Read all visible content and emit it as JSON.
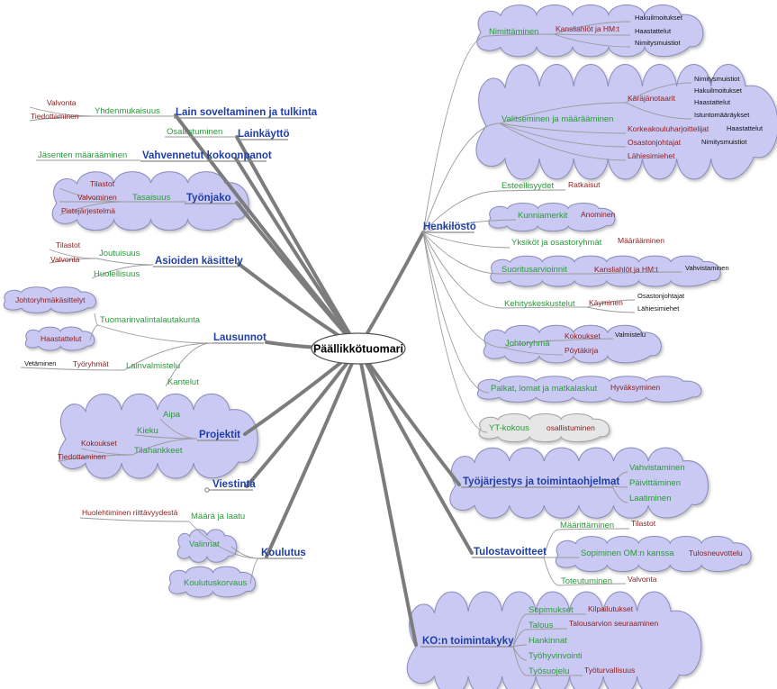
{
  "root": "Päällikkötuomari",
  "colors": {
    "main": "#1f3fa6",
    "sub": "#2b9a3a",
    "leaf": "#8b1d1d",
    "cloud_fill": "#c9c9f3",
    "cloud_stroke": "#8a8ab8",
    "grey_cloud_fill": "#e6e6e6",
    "grey_cloud_stroke": "#a0a0a0"
  },
  "left": {
    "lain": {
      "label": "Lain soveltaminen ja tulkinta",
      "yhd": "Yhdenmukaisuus",
      "valvonta": "Valvonta",
      "tiedottaminen": "Tiedottaminen"
    },
    "lainkaytto": {
      "label": "Lainkäyttö",
      "osallistuminen": "Osallistuminen"
    },
    "vahvennetut": {
      "label": "Vahvennetut kokoonpanot",
      "jasenten": "Jäsenten määrääminen"
    },
    "tyonjako": {
      "label": "Työnjako",
      "tasaisuus": "Tasaisuus",
      "tilastot": "Tilastot",
      "valvominen": "Valvominen",
      "pisteet": "Pistejärjestelmä"
    },
    "asioiden": {
      "label": "Asioiden käsittely",
      "joutuisuus": "Joutuisuus",
      "tilastot": "Tilastot",
      "valvonta": "Valvonta",
      "huolellisuus": "Huolellisuus"
    },
    "lausunnot": {
      "label": "Lausunnot",
      "tuomarinvalinta": "Tuomarinvalintalautakunta",
      "johtoryhma": "Johtoryhmäkäsittelyt",
      "haastattelut": "Haastattelut",
      "lainvalmistelu": "Lainvalmistelu",
      "tyoryhmat": "Työryhmät",
      "vetaminen": "Vetäminen",
      "kantelut": "Kantelut"
    },
    "projektit": {
      "label": "Projektit",
      "aipa": "Aipa",
      "kieku": "Kieku",
      "tilahankkeet": "Tilahankkeet",
      "kokoukset": "Kokoukset",
      "tiedottaminen": "Tiedottaminen"
    },
    "viestinta": {
      "label": "Viestintä"
    },
    "koulutus": {
      "label": "Koulutus",
      "maara": "Määrä ja laatu",
      "huolehtiminen": "Huolehtiminen riittävyydestä",
      "valinnat": "Valinnat",
      "korvaus": "Koulutuskorvaus"
    }
  },
  "right": {
    "henkilosto": {
      "label": "Henkilöstö",
      "nimittaminen": "Nimittäminen",
      "kanslia1": "Kansliahlöt ja HM:t",
      "hakuilm1": "Hakuilmoitukset",
      "haast1": "Haastattelut",
      "nimmuist1": "Nimitysmuistiot",
      "valitseminen": "Valitseminen ja määrääminen",
      "karaj": "Käräjänotaarit",
      "nimmuist2": "Nimitysmuistiot",
      "hakuilm2": "Hakuilmoitukset",
      "haast2": "Haastattelut",
      "istunto": "Istuntomääräykset",
      "korkea": "Korkeakouluharjoittelijat",
      "haast3": "Haastattelut",
      "osasto": "Osastonjohtajat",
      "nimmuist3": "Nimitysmuistiot",
      "lahiesi1": "Lähiesimiehet",
      "esteellisyydet": "Esteellisyydet",
      "ratkaisut": "Ratkaisut",
      "kunniamerkit": "Kunniamerkit",
      "anominen": "Anominen",
      "yksikot": "Yksiköt ja osastoryhmät",
      "maaraaminen": "Määrääminen",
      "suoritus": "Suoritusarvioinnit",
      "kanslia2": "Kansliahlöt ja HM:t",
      "vahvistaminen": "Vahvistaminen",
      "kehitys": "Kehityskeskustelut",
      "kayminen": "Käyminen",
      "osasto2": "Osastonjohtajat",
      "lahiesi2": "Lähiesimiehet",
      "johtoryhma": "Johtoryhmä",
      "kokoukset": "Kokoukset",
      "valmistelu": "Valmistelu",
      "poytakirja": "Pöytäkirja",
      "palkat": "Palkat, lomat ja matkalaskut",
      "hyvaksyminen": "Hyväksyminen",
      "yt": "YT-kokous",
      "osallistuminen": "osallistuminen"
    },
    "tyojarjestys": {
      "label": "Työjärjestys ja toimintaohjelmat",
      "vahvistaminen": "Vahvistaminen",
      "paivittaminen": "Päivittäminen",
      "laatiminen": "Laatiminen"
    },
    "tulostavoitteet": {
      "label": "Tulostavoitteet",
      "maarittaminen": "Määrittäminen",
      "tilastot": "Tilastot",
      "sopiminen": "Sopiminen OM:n kanssa",
      "tulosneuvottelu": "Tulosneuvottelu",
      "toteutuminen": "Toteutuminen",
      "valvonta": "Valvonta"
    },
    "ko": {
      "label": "KO:n toimintakyky",
      "sopimukset": "Sopimukset",
      "kilpailutukset": "Kilpailutukset",
      "talous": "Talous",
      "talousarvio": "Talousarvion seuraaminen",
      "hankinnat": "Hankinnat",
      "tyohyvinvointi": "Työhyvinvointi",
      "tyosuojelu": "Työsuojelu",
      "tyoturvallisuus": "Työturvallisuus"
    }
  }
}
